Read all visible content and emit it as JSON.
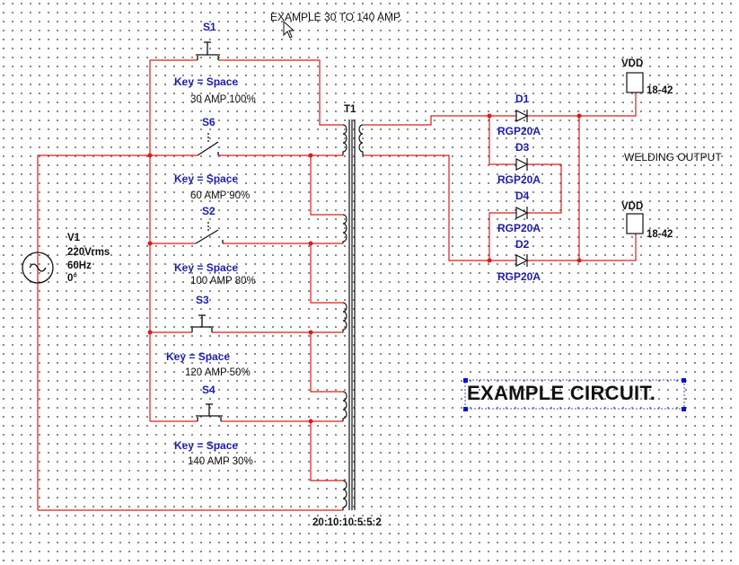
{
  "title_note": "EXAMPLE 30 TO 140 AMP.",
  "switches": [
    {
      "name": "S1",
      "key": "Key = Space",
      "rating": "30 AMP 100%"
    },
    {
      "name": "S6",
      "key": "Key = Space",
      "rating": "60 AMP 90%"
    },
    {
      "name": "S2",
      "key": "Key = Space",
      "rating": "100 AMP 80%"
    },
    {
      "name": "S3",
      "key": "Key = Space",
      "rating": "120 AMP 50%"
    },
    {
      "name": "S4",
      "key": "Key = Space",
      "rating": "140 AMP 30%"
    }
  ],
  "source": {
    "name": "V1",
    "voltage": "220Vrms",
    "freq": "60Hz",
    "phase": "0°"
  },
  "transformer": {
    "name": "T1",
    "ratio": "20:10:10:5:5:2"
  },
  "diodes": [
    {
      "name": "D1",
      "part": "RGP20A"
    },
    {
      "name": "D3",
      "part": "RGP20A"
    },
    {
      "name": "D4",
      "part": "RGP20A"
    },
    {
      "name": "D2",
      "part": "RGP20A"
    }
  ],
  "outputs": [
    {
      "name": "VDD",
      "value": "18-42"
    },
    {
      "name": "VDD",
      "value": "18-42"
    }
  ],
  "welding_label": "WELDING OUTPUT",
  "example_label": "EXAMPLE CIRCUIT.",
  "colors": {
    "wire": "#e01a1a",
    "component": "#1c1cb4",
    "text": "#111111",
    "grid_dot": "#6a6a6a"
  }
}
